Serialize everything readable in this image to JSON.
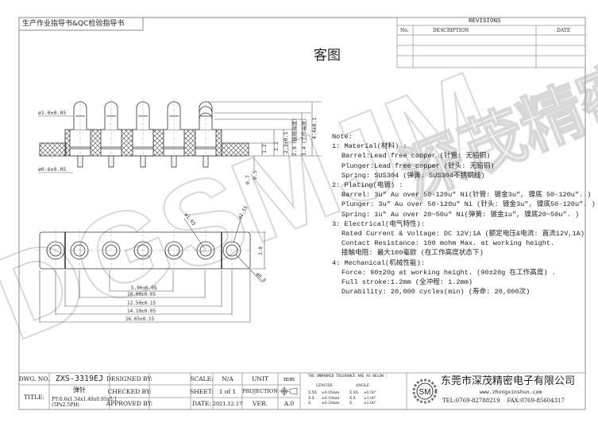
{
  "header": {
    "doc_type": "生产作业指导书&QC检验指导书",
    "view_title": "客图"
  },
  "revisions": {
    "title": "REVISIONS",
    "columns": [
      "No.",
      "DESCRIPTION",
      "DATE"
    ],
    "rows": [
      [
        "",
        "",
        ""
      ],
      [
        "",
        "",
        ""
      ],
      [
        "",
        "",
        ""
      ]
    ]
  },
  "side_view": {
    "pin_diameter": "ø1.0±0.05",
    "tail_diameter": "ø0.6±0.05",
    "dims": [
      "1.2",
      "2.2",
      "2.3±0.1",
      "2.9（极限高度）",
      "3.4（工作高度）",
      "4.4±0.1",
      "0.5",
      "0.7"
    ]
  },
  "top_view": {
    "hole_d1": "ø1.65",
    "hole_d2": "ø1.55",
    "hole_d3": "ø0.8",
    "width": "3.0",
    "dims": [
      "5.00±0.05",
      "10.00±0.05",
      "12.50±0.15",
      "14.10±0.05",
      "16.65±0.15"
    ]
  },
  "notes": {
    "title": "Note:",
    "lines": [
      {
        "text": "1: Material(材料) :",
        "indent": false
      },
      {
        "text": "Barrel:Lead free copper (针管: 无铅铜)",
        "indent": true
      },
      {
        "text": "Plunger:Lead free copper (针头: 无铅铜)",
        "indent": true
      },
      {
        "text": "Spring: SUS304  (弹簧: SUS304不锈钢线)",
        "indent": true
      },
      {
        "text": "2: Plating(电镀) :",
        "indent": false
      },
      {
        "text": "Barrel: 3u\" Au over 50-120u\" Ni(针管: 镀金3u\", 镍底 50-120u\". )",
        "indent": true
      },
      {
        "text": "Plunger: 3u\" Au over  50-120u\" Ni (针头: 镀金3u\", 镍底50-120u\". )",
        "indent": true
      },
      {
        "text": "Spring: 1u\" Au over 20~50u\" Ni(弹簧: 镀金1u\", 镍底20~50u\". )",
        "indent": true
      },
      {
        "text": "3: Electrical(电气特性):",
        "indent": false
      },
      {
        "text": "Rated Current & Voltage: DC 12V;1A (额定电压&电流: 直流12V,1A)",
        "indent": true
      },
      {
        "text": "Contact Resistance: 100 mohm Max. at working height.",
        "indent": true
      },
      {
        "text": "接触电阻: 最大100毫欧 (在工作高度状态下)",
        "indent": true
      },
      {
        "text": "4: Mechanical(机械性能):",
        "indent": false
      },
      {
        "text": "Force: 90±20g at working height. (90±20g 在工作高度) .",
        "indent": true
      },
      {
        "text": "Full stroke:1.2mm (全冲程: 1.2mm)",
        "indent": true
      },
      {
        "text": "Durability: 20,000 cycles(min) (寿命: 20,000次)",
        "indent": true
      }
    ]
  },
  "title_block": {
    "dwg_no_label": "DWG. NO.",
    "dwg_no": "ZXS-3319EJ",
    "title_label": "TITLE:",
    "title_cn": "弹针",
    "title_spec": "PT:0.6x1.54x1.48x0.95x5.1 (5Px2.5PH)",
    "designed_by": "DESIGNED BY:",
    "checked_by": "CHECKED BY:",
    "approved_by": "APPROVED BY:",
    "scale_label": "SCALE:",
    "scale": "N/A",
    "unit_label": "UNIT",
    "unit": "mm",
    "sheet_label": "SHEET:",
    "sheet": "1 of 1",
    "projection_label": "PROJECTION",
    "date_label": "DATE:",
    "date": "2021.12.17",
    "ver_label": "VER.",
    "ver": "A.0",
    "tolerance": {
      "title": "THE UNMARKED TOLERANCE ARE AS BELOW :",
      "length_label": "LENGTH",
      "angle_label": "ANGLE",
      "rows": [
        [
          "X.XX",
          "±0.05mm",
          "X.XX",
          "±0.50°"
        ],
        [
          "X.X",
          "±0.10mm",
          "X.X",
          "±1.00°"
        ],
        [
          "X.",
          "±0.20mm",
          "X.",
          "±2.00°"
        ]
      ]
    },
    "company": {
      "logo": "SM",
      "name": "东莞市深茂精密电子有限公司",
      "website": "www.zhongxinshun.com",
      "contact": "TEL:0769-82788219    FAX:0769-85604317"
    }
  },
  "watermark": "DGSMJM 深茂精密"
}
